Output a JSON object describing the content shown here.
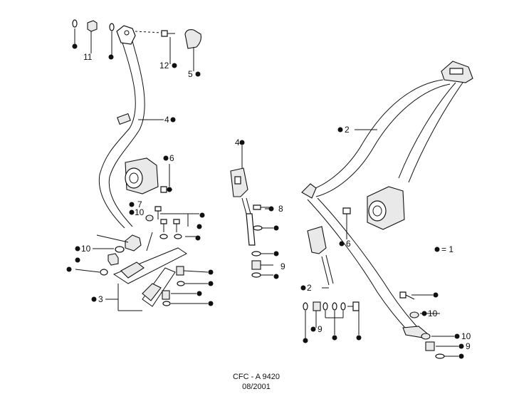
{
  "diagram": {
    "legend": {
      "symbol": "●",
      "text": "= 1"
    },
    "caption": {
      "code": "CFC - A 9420",
      "date": "08/2001"
    },
    "callouts": {
      "c11": "11",
      "c12": "12",
      "c5": "5",
      "c4a": "4",
      "c6a": "6",
      "c7": "7",
      "c10a": "10",
      "c10b": "10",
      "c3": "3",
      "c4b": "4",
      "c8": "8",
      "c9a": "9",
      "c2a": "2",
      "c6b": "6",
      "c2b": "2",
      "c9b": "9",
      "c10c": "10",
      "c10d": "10",
      "c9c": "9"
    }
  }
}
